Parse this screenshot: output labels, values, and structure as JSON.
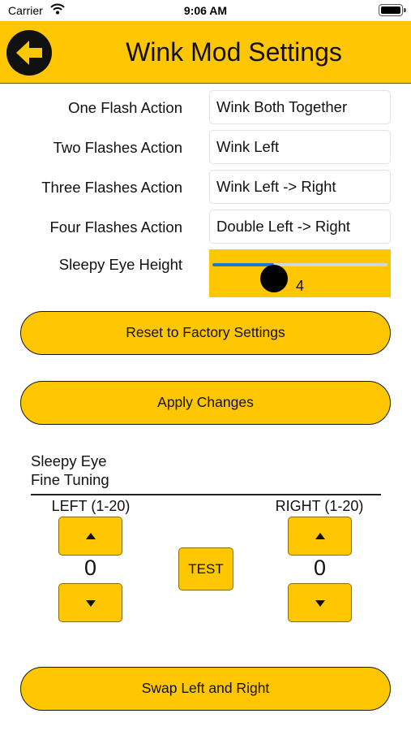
{
  "status_bar": {
    "carrier": "Carrier",
    "time": "9:06 AM",
    "wifi_icon": "wifi-icon",
    "battery_icon": "battery-full-icon"
  },
  "header": {
    "title": "Wink Mod Settings",
    "back_icon": "arrow-left-circle-icon",
    "background": "#FFC602"
  },
  "settings": [
    {
      "label": "One Flash Action",
      "value": "Wink Both Together"
    },
    {
      "label": "Two Flashes Action",
      "value": "Wink Left"
    },
    {
      "label": "Three Flashes Action",
      "value": "Wink Left -> Right"
    },
    {
      "label": "Four Flashes Action",
      "value": "Double Left -> Right"
    }
  ],
  "sleepy_eye_height": {
    "label": "Sleepy Eye Height",
    "value": "4",
    "level_fraction": 0.35
  },
  "buttons": {
    "reset": "Reset to Factory Settings",
    "apply": "Apply Changes",
    "swap": "Swap Left and Right"
  },
  "fine_tuning": {
    "title_line1": "Sleepy Eye",
    "title_line2": "Fine Tuning",
    "left": {
      "heading": "LEFT (1-20)",
      "value": "0"
    },
    "right": {
      "heading": "RIGHT (1-20)",
      "value": "0"
    },
    "test_label": "TEST"
  },
  "colors": {
    "accent": "#FFC602",
    "slider_fill": "#1e78d6"
  }
}
